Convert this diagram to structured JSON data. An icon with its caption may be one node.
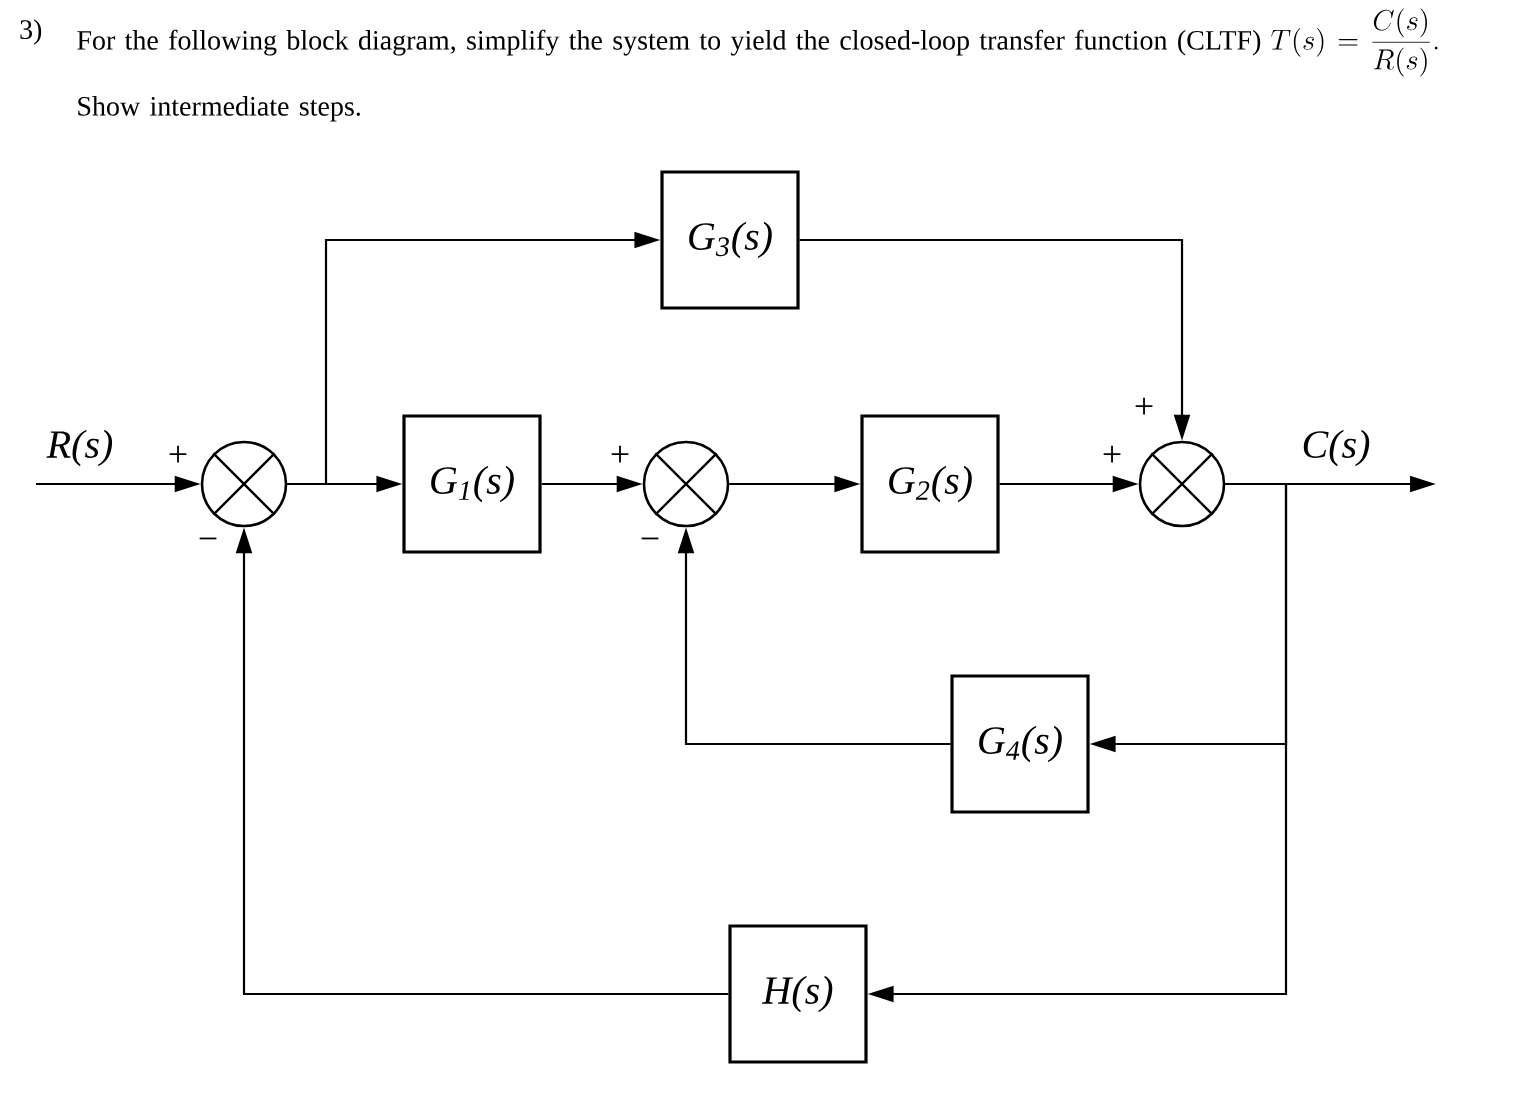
{
  "diagram": {
    "title": "For the following block diagram, simplify the system to yield the closed-loop transfer function (CLTF)",
    "nodes": [
      {
        "text": [
          "G$_{3}$(s)"
        ]
      },
      {
        "text": [
          "G$_{1}$(s)"
        ]
      },
      {
        "text": [
          "G$_{2}$(s)"
        ]
      },
      {
        "text": [
          "G$_{4}$(s)"
        ]
      },
      {
        "text": [
          "H(s)"
        ]
      },
      {
        "text": [],
        "shape": "circle"
      },
      {
        "text": [],
        "shape": "circle"
      },
      {
        "text": [],
        "shape": "circle"
      }
    ],
    "edges": [
      {
        "from": null,
        "to": 5,
        "arrow": "to"
      },
      {
        "from": 5,
        "to": 1,
        "arrow": "to"
      },
      {
        "from": 5,
        "to": 0,
        "arrow": "to"
      },
      {
        "from": 1,
        "to": 6,
        "arrow": "to"
      },
      {
        "from": 6,
        "to": 2,
        "arrow": "to"
      },
      {
        "from": 2,
        "to": 7,
        "arrow": "to"
      },
      {
        "from": 0,
        "to": 7,
        "arrow": "to"
      },
      {
        "from": 7,
        "to": null,
        "arrow": "to"
      },
      {
        "from": 7,
        "to": 3,
        "arrow": "to"
      },
      {
        "from": 7,
        "to": 4,
        "arrow": "to"
      },
      {
        "from": 3,
        "to": 6,
        "arrow": "to"
      },
      {
        "from": 4,
        "to": 5,
        "arrow": "to"
      }
    ],
    "labels": [
      "3)",
      "T(s)=\\frac{C(s)}{R(s)}.",
      "Show intermediate steps.",
      "R(s)",
      "+",
      "−",
      "+",
      "−",
      "+",
      "+",
      "C(s)"
    ]
  }
}
